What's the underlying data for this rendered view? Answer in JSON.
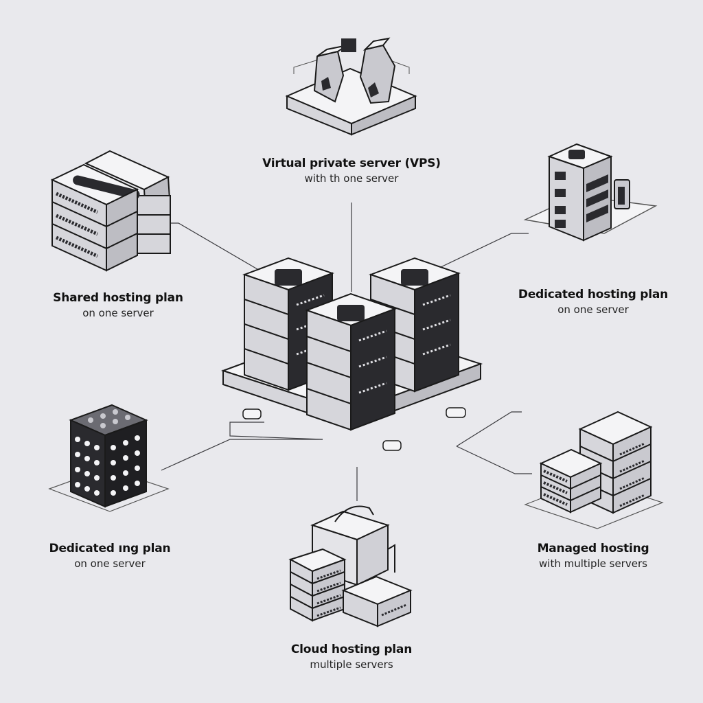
{
  "nodes": {
    "vps": {
      "title": "Virtual private server (VPS)",
      "subtitle": "with th one server"
    },
    "shared": {
      "title": "Shared hosting plan",
      "subtitle": "on one server"
    },
    "dedicated_r": {
      "title": "Dedicated hosting plan",
      "subtitle": "on one server"
    },
    "dedicated_l": {
      "title": "Dedicated ıng plan",
      "subtitle": "on one server"
    },
    "managed": {
      "title": "Managed hosting",
      "subtitle": "with multiple servers"
    },
    "cloud": {
      "title": "Cloud hosting plan",
      "subtitle": "multiple servers"
    }
  },
  "colors": {
    "background": "#e9e9ed",
    "outline": "#1a1a1a",
    "light_face": "#f2f2f4",
    "mid_face": "#c9c9cf",
    "dark_face": "#2a2a2e"
  }
}
